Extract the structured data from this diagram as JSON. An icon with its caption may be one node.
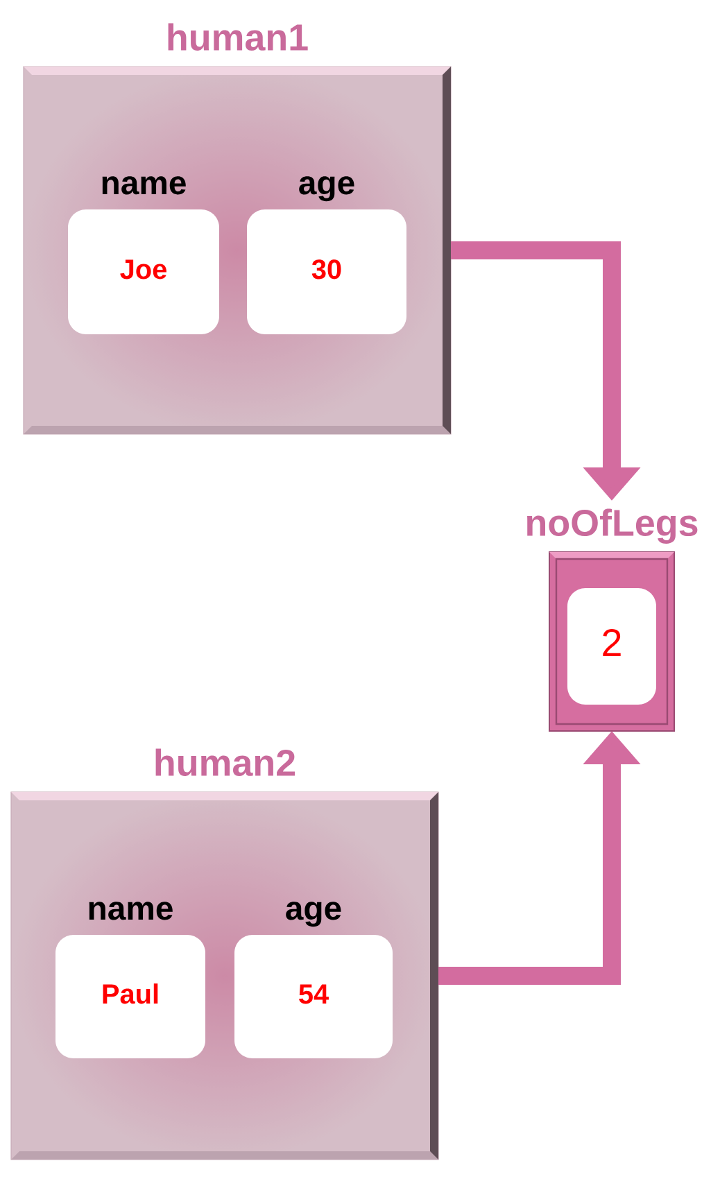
{
  "diagram": {
    "nodes": [
      {
        "text": [
          "human1"
        ]
      },
      {
        "text": [
          "name",
          "Joe"
        ],
        "in": 0
      },
      {
        "text": [
          "age",
          "30"
        ],
        "in": 0
      },
      {
        "text": [
          "noOfLegs"
        ]
      },
      {
        "text": [
          "2"
        ],
        "in": 3
      },
      {
        "text": [
          "human2"
        ]
      },
      {
        "text": [
          "name",
          "Paul"
        ],
        "in": 5
      },
      {
        "text": [
          "age",
          "54"
        ],
        "in": 5
      }
    ],
    "edges": [
      {
        "from": 0,
        "to": 3,
        "arrow": "to"
      },
      {
        "from": 5,
        "to": 3,
        "arrow": "to"
      }
    ]
  }
}
